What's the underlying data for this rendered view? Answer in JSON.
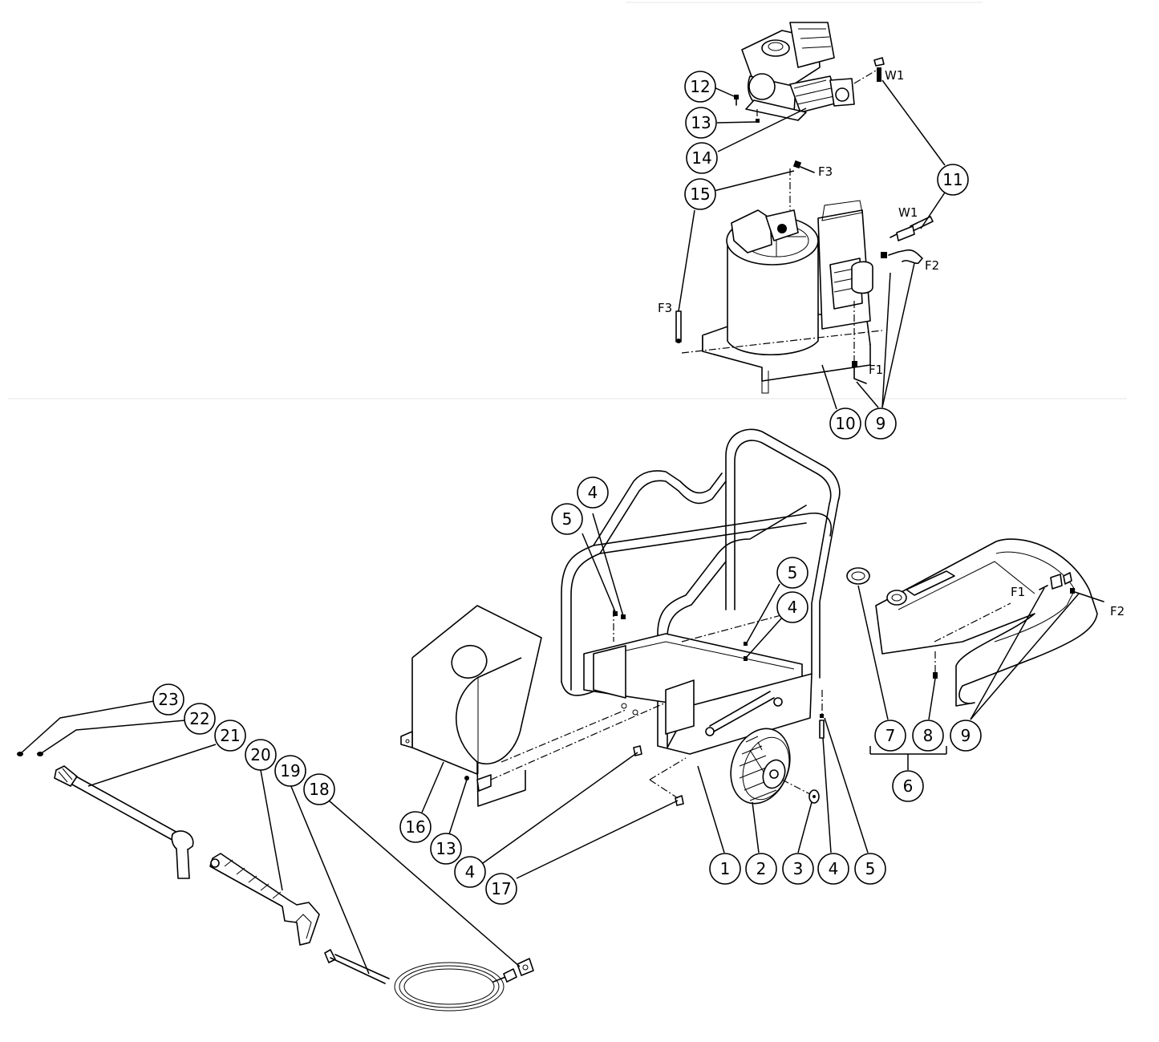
{
  "callouts": {
    "c1": "1",
    "c2": "2",
    "c3": "3",
    "c4a": "4",
    "c4b": "4",
    "c4c": "4",
    "c4d": "4",
    "c5a": "5",
    "c5b": "5",
    "c5c": "5",
    "c6": "6",
    "c7": "7",
    "c8": "8",
    "c9a": "9",
    "c9b": "9",
    "c10": "10",
    "c11": "11",
    "c12": "12",
    "c13a": "13",
    "c13b": "13",
    "c14": "14",
    "c15": "15",
    "c16": "16",
    "c17": "17",
    "c18": "18",
    "c19": "19",
    "c20": "20",
    "c21": "21",
    "c22": "22",
    "c23": "23"
  },
  "connection_tags": {
    "w1_top": "W1",
    "w1_mid": "W1",
    "f3_top": "F3",
    "f3_left": "F3",
    "f2_top": "F2",
    "f2_right": "F2",
    "f1_top": "F1",
    "f1_right": "F1"
  }
}
